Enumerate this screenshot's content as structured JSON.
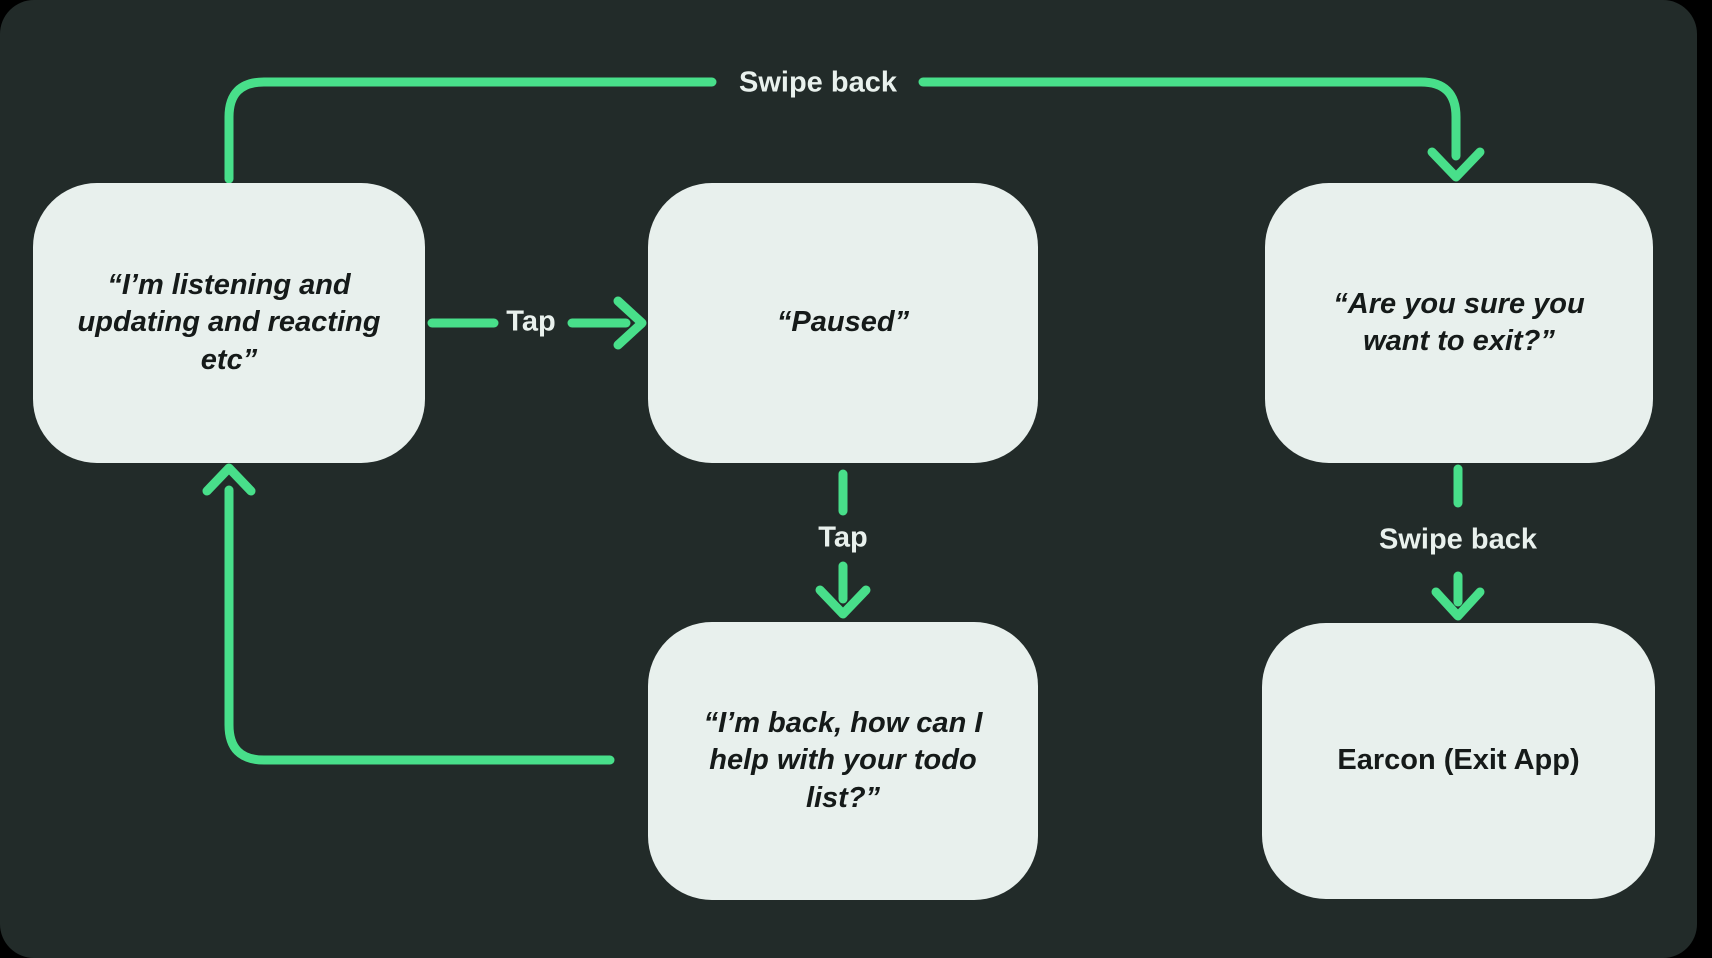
{
  "diagram": {
    "colors": {
      "page_background": "#000000",
      "canvas_background": "#222B29",
      "node_fill": "#E8F0ED",
      "node_text": "#151A19",
      "arrow": "#48DF8A",
      "label_text": "#E9F1ED"
    },
    "nodes": [
      {
        "id": "listening",
        "text": "“I’m listening and updating and reacting etc”",
        "style": "italic"
      },
      {
        "id": "paused",
        "text": "“Paused”",
        "style": "italic"
      },
      {
        "id": "confirm-exit",
        "text": "“Are you sure you want to exit?”",
        "style": "italic"
      },
      {
        "id": "back-help",
        "text": "“I’m back, how can I help with your todo list?”",
        "style": "italic"
      },
      {
        "id": "earcon",
        "text": "Earcon (Exit App)",
        "style": "normal"
      }
    ],
    "edges": [
      {
        "from": "listening",
        "to": "confirm-exit",
        "label": "Swipe back"
      },
      {
        "from": "listening",
        "to": "paused",
        "label": "Tap"
      },
      {
        "from": "paused",
        "to": "back-help",
        "label": "Tap"
      },
      {
        "from": "confirm-exit",
        "to": "earcon",
        "label": "Swipe back"
      },
      {
        "from": "back-help",
        "to": "listening",
        "label": ""
      }
    ]
  }
}
